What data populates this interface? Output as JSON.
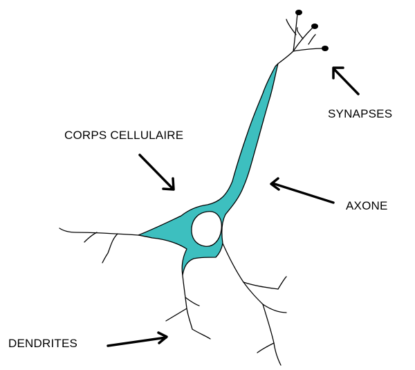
{
  "labels": {
    "synapses": "SYNAPSES",
    "cell_body": "CORPS CELLULAIRE",
    "axon": "AXONE",
    "dendrites": "DENDRITES"
  },
  "colors": {
    "cell_fill": "#3dbfbf",
    "line": "#000000",
    "background": "#ffffff"
  }
}
